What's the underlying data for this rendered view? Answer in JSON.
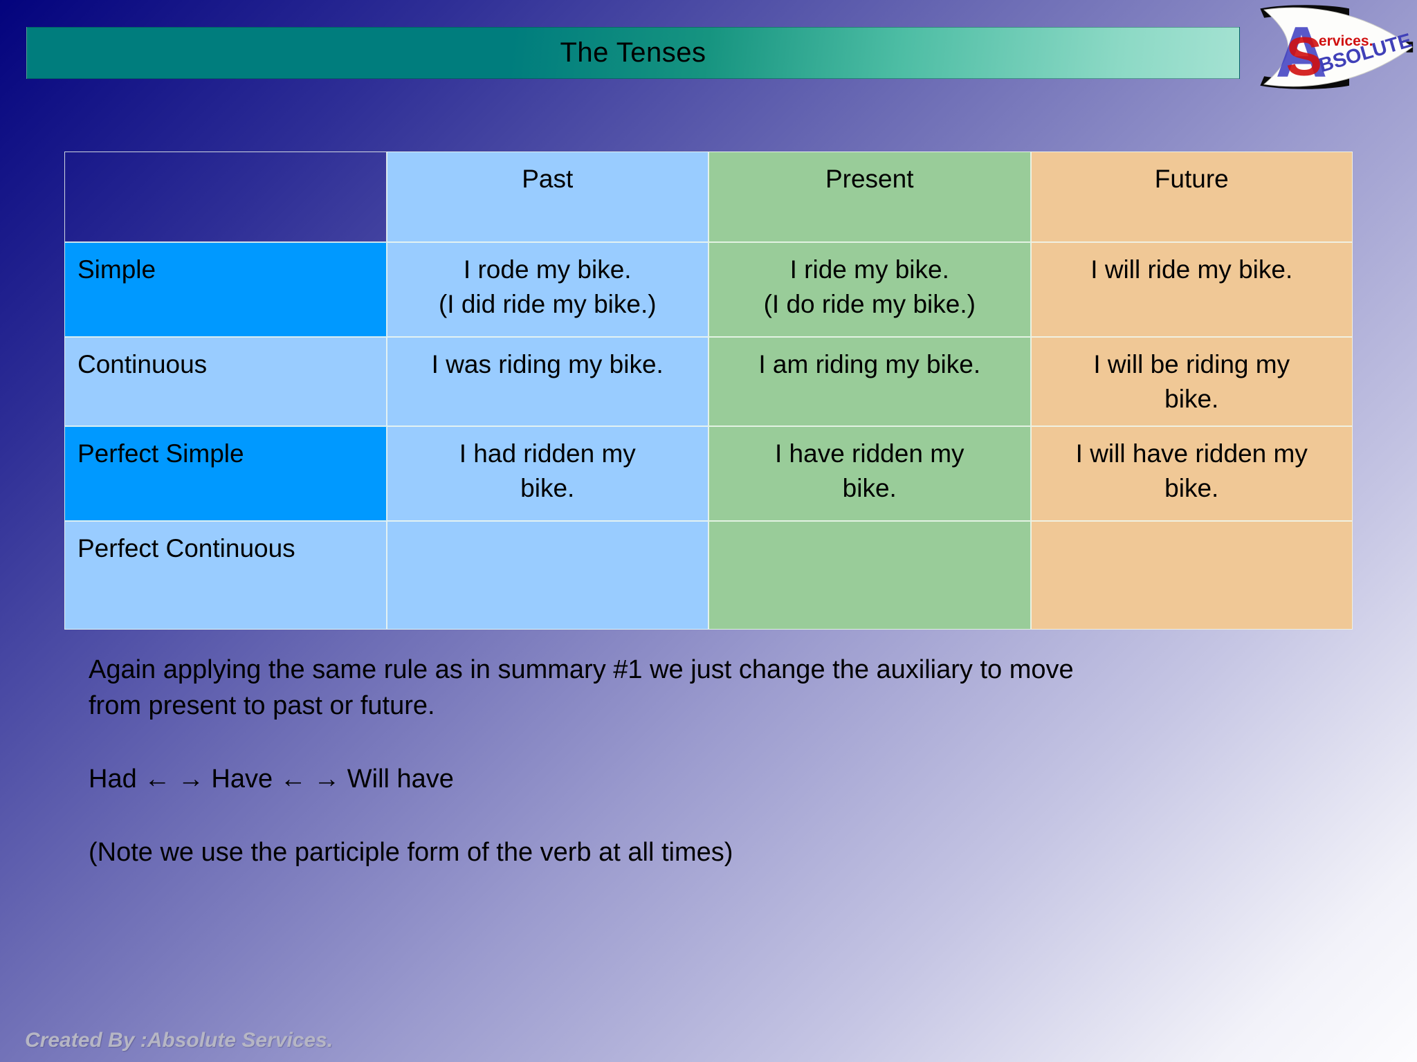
{
  "slide": {
    "title": "The Tenses",
    "footer": "Created By :Absolute Services.",
    "notes": {
      "paragraph_lines": [
        "Again applying the same rule as in summary #1 we just change the auxiliary to move",
        "from present to past or future."
      ],
      "formula": "Had ← → Have ← → Will have",
      "note": "(Note we use the participle form of the verb at all times)"
    }
  },
  "logo": {
    "letter_a": "A",
    "letter_s": "S",
    "services_text": "ervices.",
    "absolute_text": "BSOLUTE"
  },
  "table": {
    "column_headers": [
      "Past",
      "Present",
      "Future"
    ],
    "rows": [
      {
        "label": "Simple",
        "past": "I rode my bike.\n(I did ride my bike.)",
        "present": "I ride my bike.\n(I do ride my bike.)",
        "future": "I will ride my bike."
      },
      {
        "label": "Continuous",
        "past": "I was riding my bike.",
        "present": "I am riding my bike.",
        "future": "I will be riding my\nbike."
      },
      {
        "label": "Perfect Simple",
        "past": "I had ridden my\nbike.",
        "present": "I have ridden my\nbike.",
        "future": "I will have ridden my\nbike."
      },
      {
        "label": "Perfect Continuous",
        "past": "",
        "present": "",
        "future": ""
      }
    ]
  },
  "colors": {
    "background_top_left": "#03037d",
    "background_bottom_right": "#fcfcfe",
    "title_bar_teal_dark": "#007d7d",
    "title_bar_teal_light": "#a4e2d2",
    "row_label_bright_blue": "#0099ff",
    "past_light_blue": "#99ccff",
    "present_green": "#99cc99",
    "future_tan": "#f0c896",
    "text": "#000000",
    "footer_gray": "#b6b6c4",
    "logo_blue": "#3b3bc0",
    "logo_red": "#d01010"
  }
}
